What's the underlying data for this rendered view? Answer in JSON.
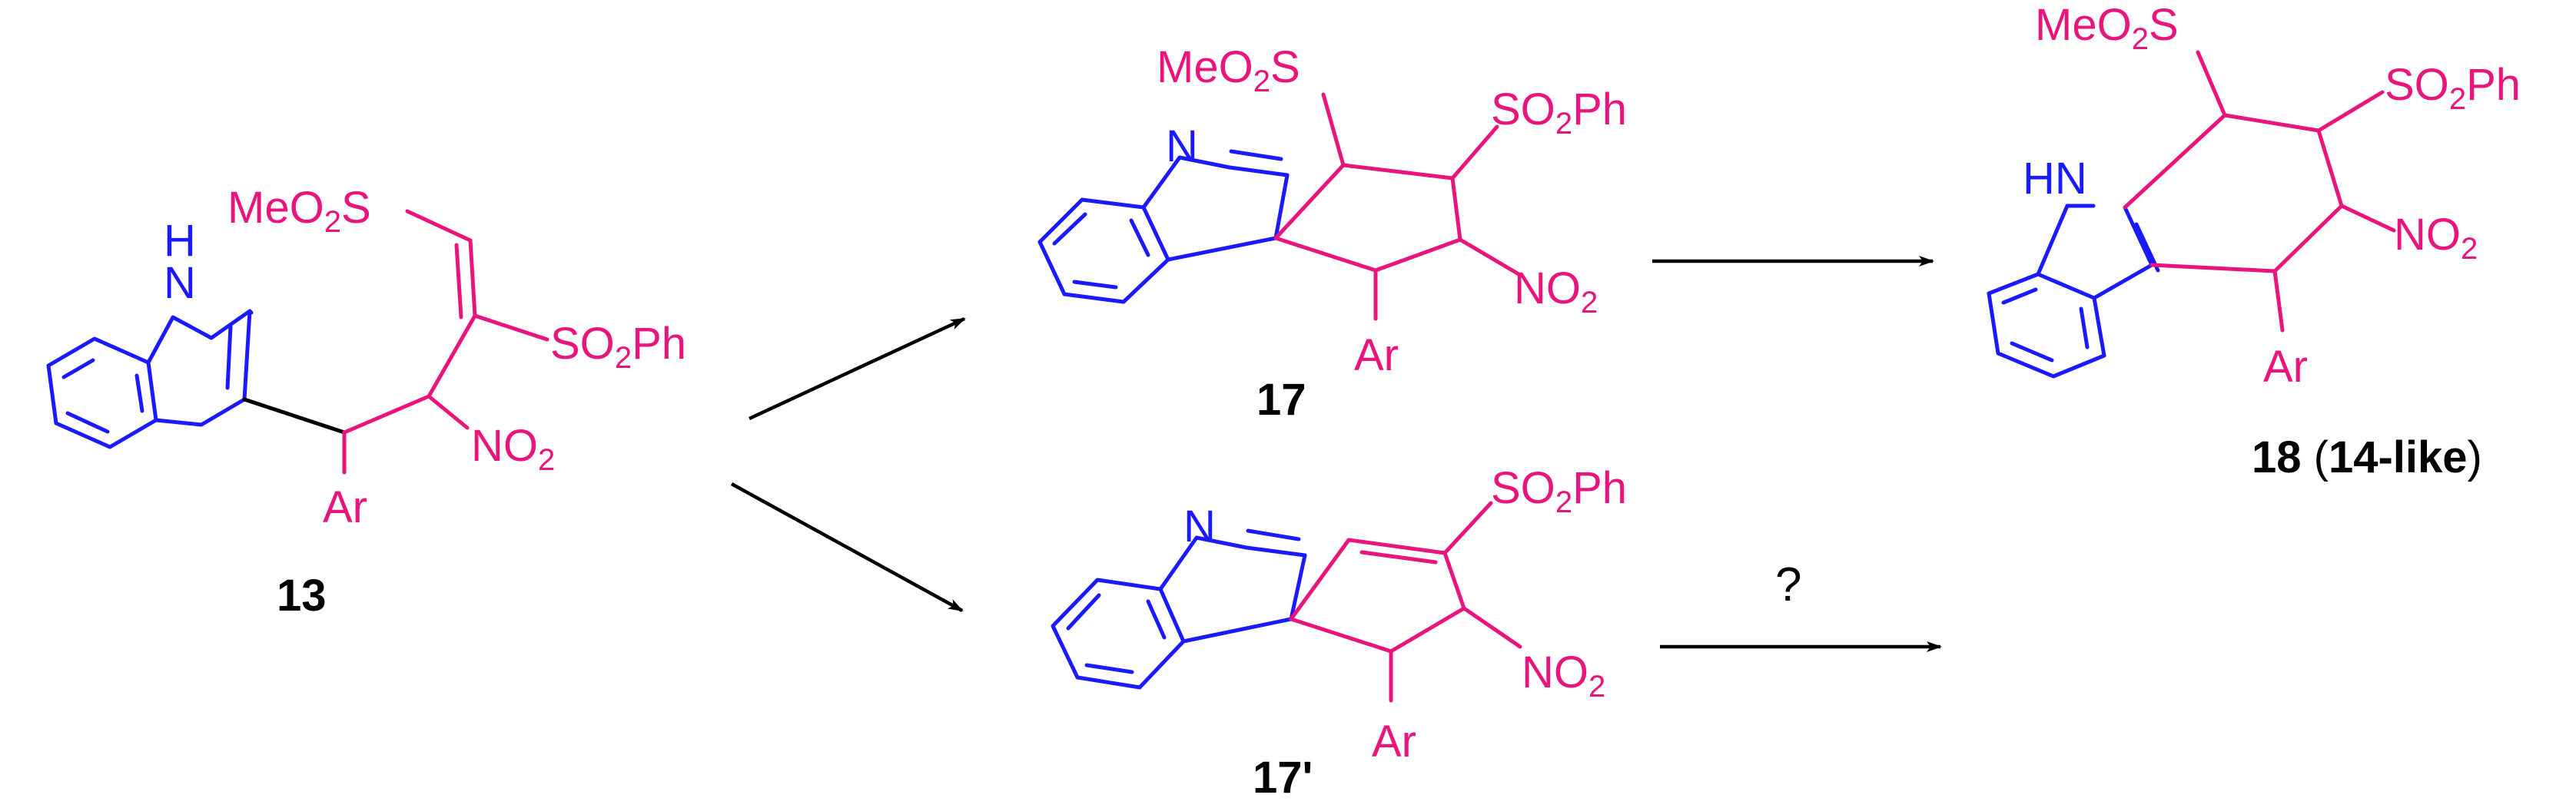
{
  "colors": {
    "indole": "#1a1aff",
    "substituent": "#e8157c",
    "arrow": "#000000",
    "label": "#000000"
  },
  "molecules": {
    "m13": {
      "number": "13",
      "NH_N": "N",
      "NH_H": "H",
      "sulfonyl_methyl": "MeO",
      "sulfonyl_methyl_sub": "2",
      "sulfonyl_methyl_S": "S",
      "sulfonyl_phenyl": "SO",
      "sulfonyl_phenyl_sub": "2",
      "sulfonyl_phenyl_Ph": "Ph",
      "nitro": "NO",
      "nitro_sub": "2",
      "aryl": "Ar"
    },
    "m17": {
      "number": "17",
      "imine_N": "N",
      "sulfonyl_methyl": "MeO",
      "sulfonyl_methyl_sub": "2",
      "sulfonyl_methyl_S": "S",
      "sulfonyl_phenyl": "SO",
      "sulfonyl_phenyl_sub": "2",
      "sulfonyl_phenyl_Ph": "Ph",
      "nitro": "NO",
      "nitro_sub": "2",
      "aryl": "Ar"
    },
    "m17p": {
      "number": "17'",
      "imine_N": "N",
      "sulfonyl_phenyl": "SO",
      "sulfonyl_phenyl_sub": "2",
      "sulfonyl_phenyl_Ph": "Ph",
      "nitro": "NO",
      "nitro_sub": "2",
      "aryl": "Ar"
    },
    "m18": {
      "number": "18",
      "number_note": "14-like",
      "NH": "HN",
      "sulfonyl_methyl": "MeO",
      "sulfonyl_methyl_sub": "2",
      "sulfonyl_methyl_S": "S",
      "sulfonyl_phenyl": "SO",
      "sulfonyl_phenyl_sub": "2",
      "sulfonyl_phenyl_Ph": "Ph",
      "nitro": "NO",
      "nitro_sub": "2",
      "aryl": "Ar"
    }
  },
  "arrows": {
    "unknown_step_label": "?"
  }
}
